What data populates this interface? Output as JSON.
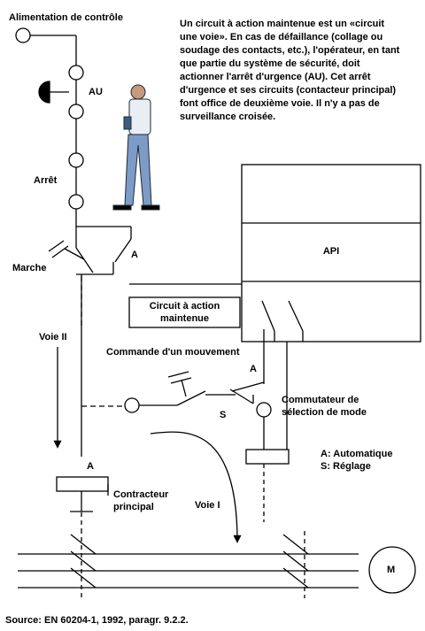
{
  "labels": {
    "supply": "Alimentation de contrôle",
    "au": "AU",
    "stop": "Arrêt",
    "start": "Marche",
    "contact_a_top": "A",
    "path2": "Voie II",
    "motion_cmd": "Commande d'un mouvement",
    "contact_a_mid": "A",
    "s_contact": "S",
    "mode_switch": "Commutateur de sélection de mode",
    "legend_a": "A: Automatique",
    "legend_s": "S: Réglage",
    "coil_a": "A",
    "main_contactor": "Contracteur principal",
    "path1": "Voie I",
    "plc": "API",
    "maintained_circuit": "Circuit à action maintenue",
    "motor": "M"
  },
  "description": "Un circuit à action maintenue est un «circuit une voie». En cas de défaillance (collage ou soudage des contacts, etc.), l'opérateur, en tant que partie du système de sécurité, doit actionner l'arrêt d'urgence (AU). Cet arrêt d'urgence et ses circuits (contacteur principal) font office de deuxième voie. Il n'y a pas de surveillance croisée.",
  "source": "Source: EN 60204-1, 1992, paragr. 9.2.2."
}
